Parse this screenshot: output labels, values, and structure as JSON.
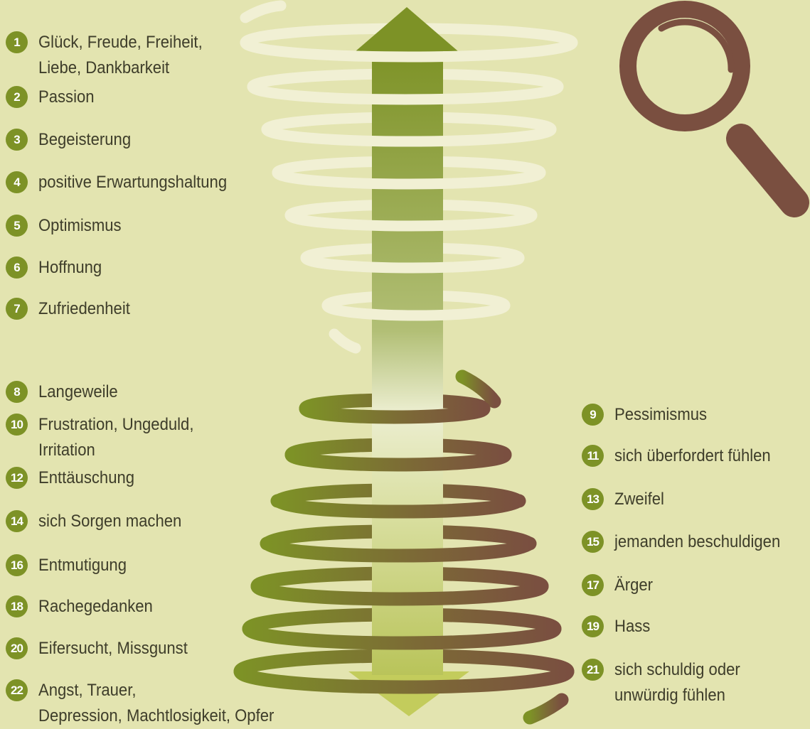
{
  "colors": {
    "background": "#e3e4b0",
    "badge": "#7d9226",
    "text": "#3e3d2a",
    "spiral_top": "#f1f0d4",
    "spiral_bottom_left": "#7d9226",
    "spiral_bottom_right": "#7a5040",
    "arrow": "#7d9226",
    "magnifier": "#7a4f40"
  },
  "icons": {
    "magnifier": "magnifying-glass-icon"
  },
  "items": [
    {
      "num": "1",
      "label": "Glück, Freude, Freiheit,\nLiebe, Dankbarkeit"
    },
    {
      "num": "2",
      "label": "Passion"
    },
    {
      "num": "3",
      "label": "Begeisterung"
    },
    {
      "num": "4",
      "label": "positive Erwartungshaltung"
    },
    {
      "num": "5",
      "label": "Optimismus"
    },
    {
      "num": "6",
      "label": "Hoffnung"
    },
    {
      "num": "7",
      "label": "Zufriedenheit"
    },
    {
      "num": "8",
      "label": "Langeweile"
    },
    {
      "num": "9",
      "label": "Pessimismus"
    },
    {
      "num": "10",
      "label": "Frustration, Ungeduld,\nIrritation"
    },
    {
      "num": "11",
      "label": "sich überfordert fühlen"
    },
    {
      "num": "12",
      "label": "Enttäuschung"
    },
    {
      "num": "13",
      "label": "Zweifel"
    },
    {
      "num": "14",
      "label": "sich Sorgen machen"
    },
    {
      "num": "15",
      "label": "jemanden beschuldigen"
    },
    {
      "num": "16",
      "label": "Entmutigung"
    },
    {
      "num": "17",
      "label": "Ärger"
    },
    {
      "num": "18",
      "label": "Rachegedanken"
    },
    {
      "num": "19",
      "label": "Hass"
    },
    {
      "num": "20",
      "label": "Eifersucht, Missgunst"
    },
    {
      "num": "21",
      "label": "sich schuldig oder\nunwürdig fühlen"
    },
    {
      "num": "22",
      "label": "Angst, Trauer,\nDepression, Machtlosigkeit, Opfer"
    }
  ]
}
